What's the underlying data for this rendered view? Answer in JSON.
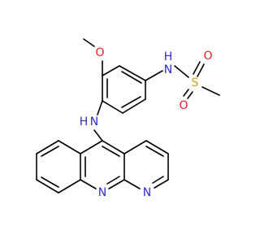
{
  "colors": {
    "bond": "#000000",
    "nitrogen": "#2d2dcc",
    "oxygen": "#ee1c25",
    "sulfur": "#c8a51e",
    "background": "#ffffff"
  },
  "atoms": {
    "nh_sulfonamide": {
      "text": "N",
      "sub": "H",
      "element": "nitrogen"
    },
    "o_methoxy": {
      "text": "O",
      "element": "oxygen"
    },
    "s_sulfonyl": {
      "text": "S",
      "element": "sulfur"
    },
    "o_sulfonyl_top": {
      "text": "O",
      "element": "oxygen"
    },
    "o_sulfonyl_bottom": {
      "text": "O",
      "element": "oxygen"
    },
    "nh_amine": {
      "text": "H",
      "sub": "N",
      "element": "nitrogen"
    },
    "n_ring_left": {
      "text": "N",
      "element": "nitrogen"
    },
    "n_ring_right": {
      "text": "N",
      "element": "nitrogen"
    }
  }
}
